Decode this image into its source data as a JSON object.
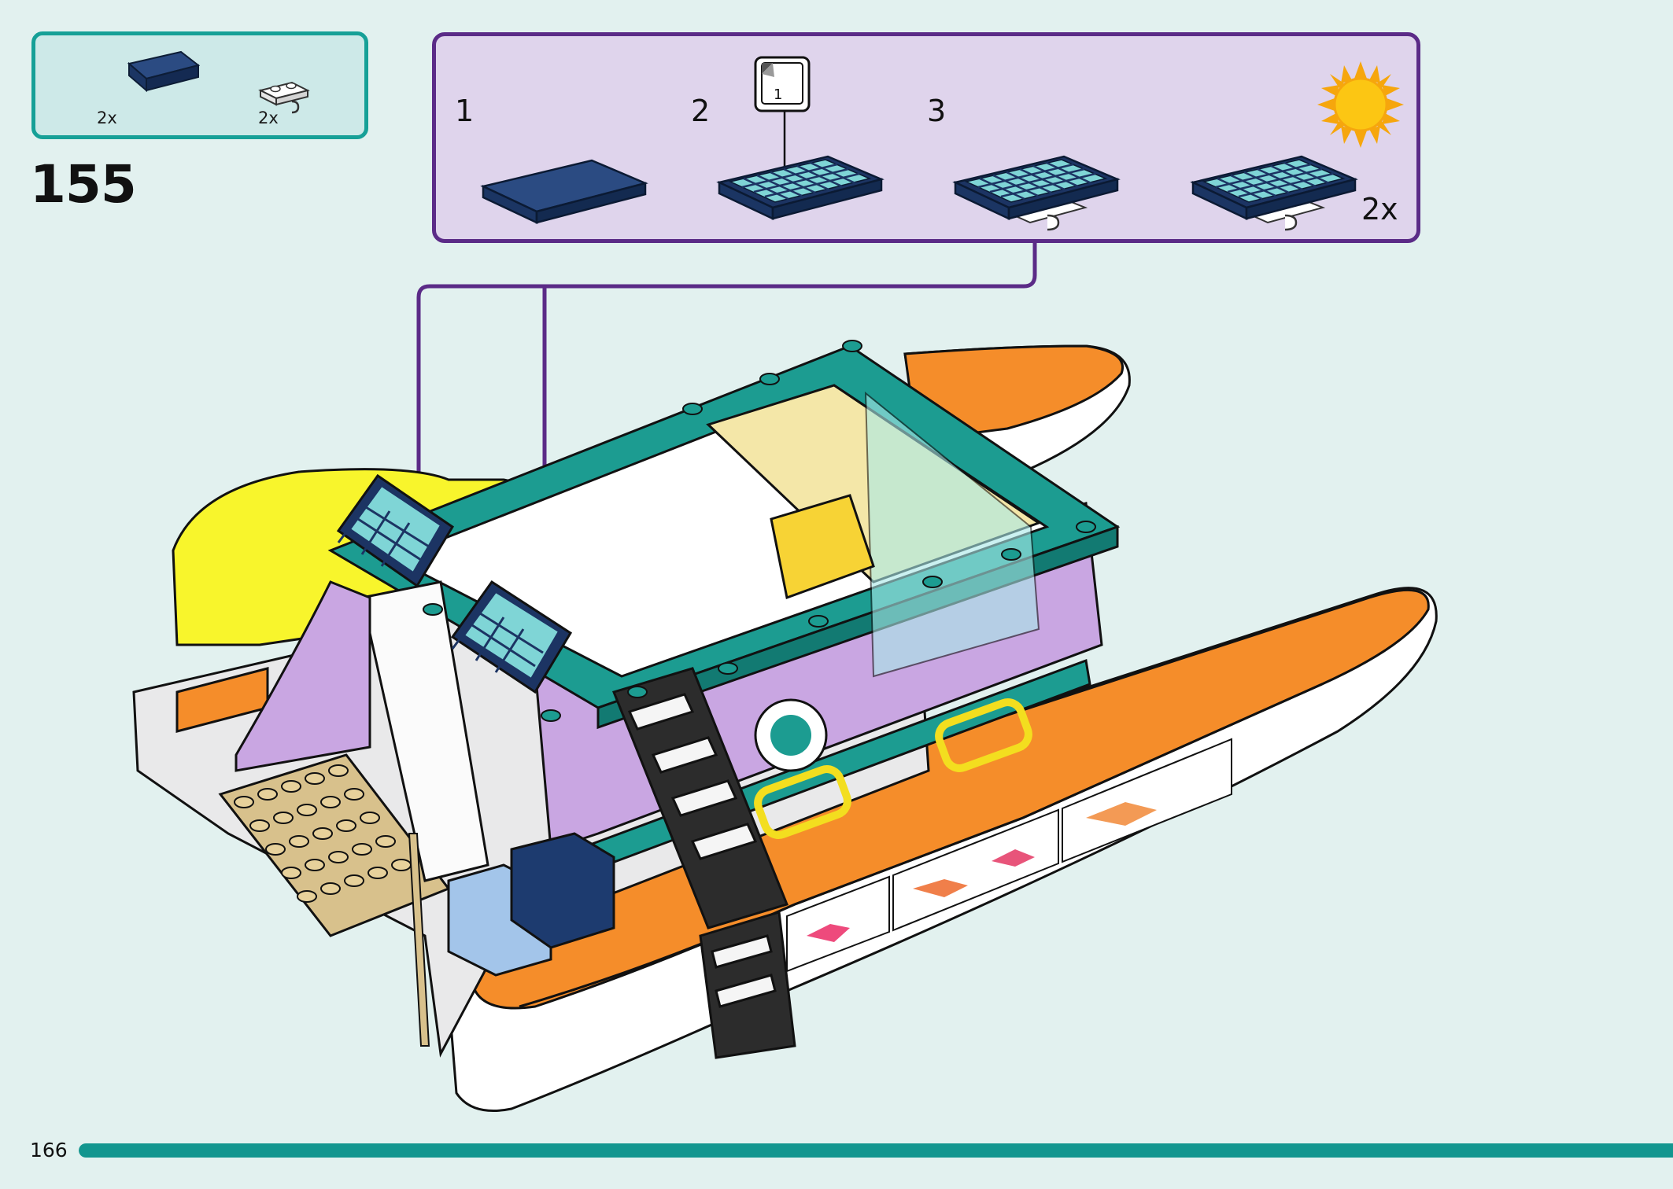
{
  "parts_list": {
    "items": [
      {
        "part": "dark-blue-tile-2x4",
        "quantity": "2x"
      },
      {
        "part": "white-plate-with-clip",
        "quantity": "2x"
      }
    ]
  },
  "step": {
    "number": "155"
  },
  "submodel": {
    "steps": [
      {
        "number": "1"
      },
      {
        "number": "2",
        "sticker_number": "1"
      },
      {
        "number": "3"
      }
    ],
    "quantity": "2x"
  },
  "page": {
    "number": "166",
    "progress": 1.0
  },
  "colors": {
    "background": "#e2f1ef",
    "parts_box_border": "#16a097",
    "submodel_border": "#5b2b87",
    "progress_bar": "#13968f"
  }
}
